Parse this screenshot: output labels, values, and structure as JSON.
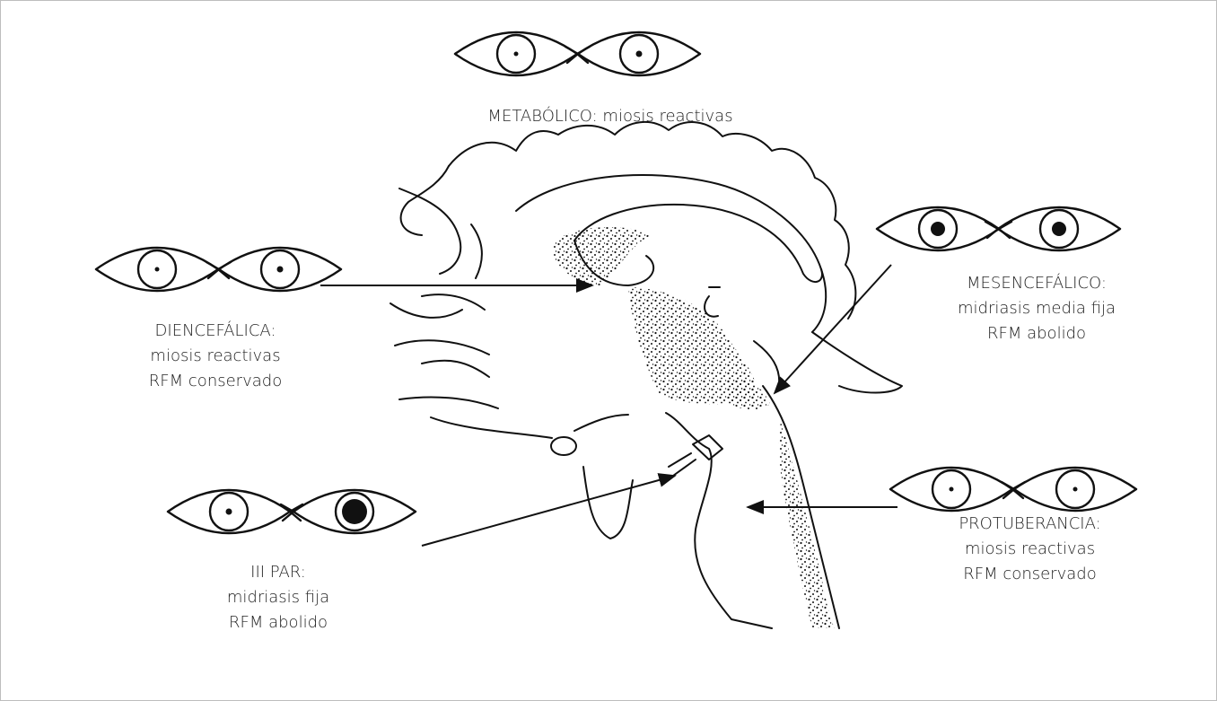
{
  "colors": {
    "ink": "#111111",
    "text": "#222222",
    "frame": "#bdbdbd",
    "background": "#ffffff"
  },
  "labels": {
    "metabolico": {
      "line1": "METABÓLICO: miosis reactivas"
    },
    "diencefalica": {
      "line1": "DIENCEFÁLICA:",
      "line2": "miosis reactivas",
      "line3": "RFM conservado"
    },
    "mesencefalico": {
      "line1": "MESENCEFÁLICO:",
      "line2": "midriasis media fija",
      "line3": "RFM abolido"
    },
    "iii_par": {
      "line1": "III PAR:",
      "line2": "midriasis fija",
      "line3": "RFM abolido"
    },
    "protuberancia": {
      "line1": "PROTUBERANCIA:",
      "line2": "miosis reactivas",
      "line3": "RFM conservado"
    }
  },
  "icons": {
    "eye_pair_metabolico": {
      "left": "eye-pinpoint-pupil-icon",
      "right": "eye-small-pupil-icon"
    },
    "eye_pair_diencefalica": {
      "left": "eye-pinpoint-pupil-icon",
      "right": "eye-small-pupil-icon"
    },
    "eye_pair_mesencefalico": {
      "left": "eye-medium-fixed-pupil-icon",
      "right": "eye-medium-fixed-pupil-icon"
    },
    "eye_pair_iii_par": {
      "left": "eye-small-pupil-icon",
      "right": "eye-dilated-pupil-icon"
    },
    "eye_pair_protuberancia": {
      "left": "eye-pinpoint-pupil-icon",
      "right": "eye-pinpoint-pupil-icon"
    }
  }
}
